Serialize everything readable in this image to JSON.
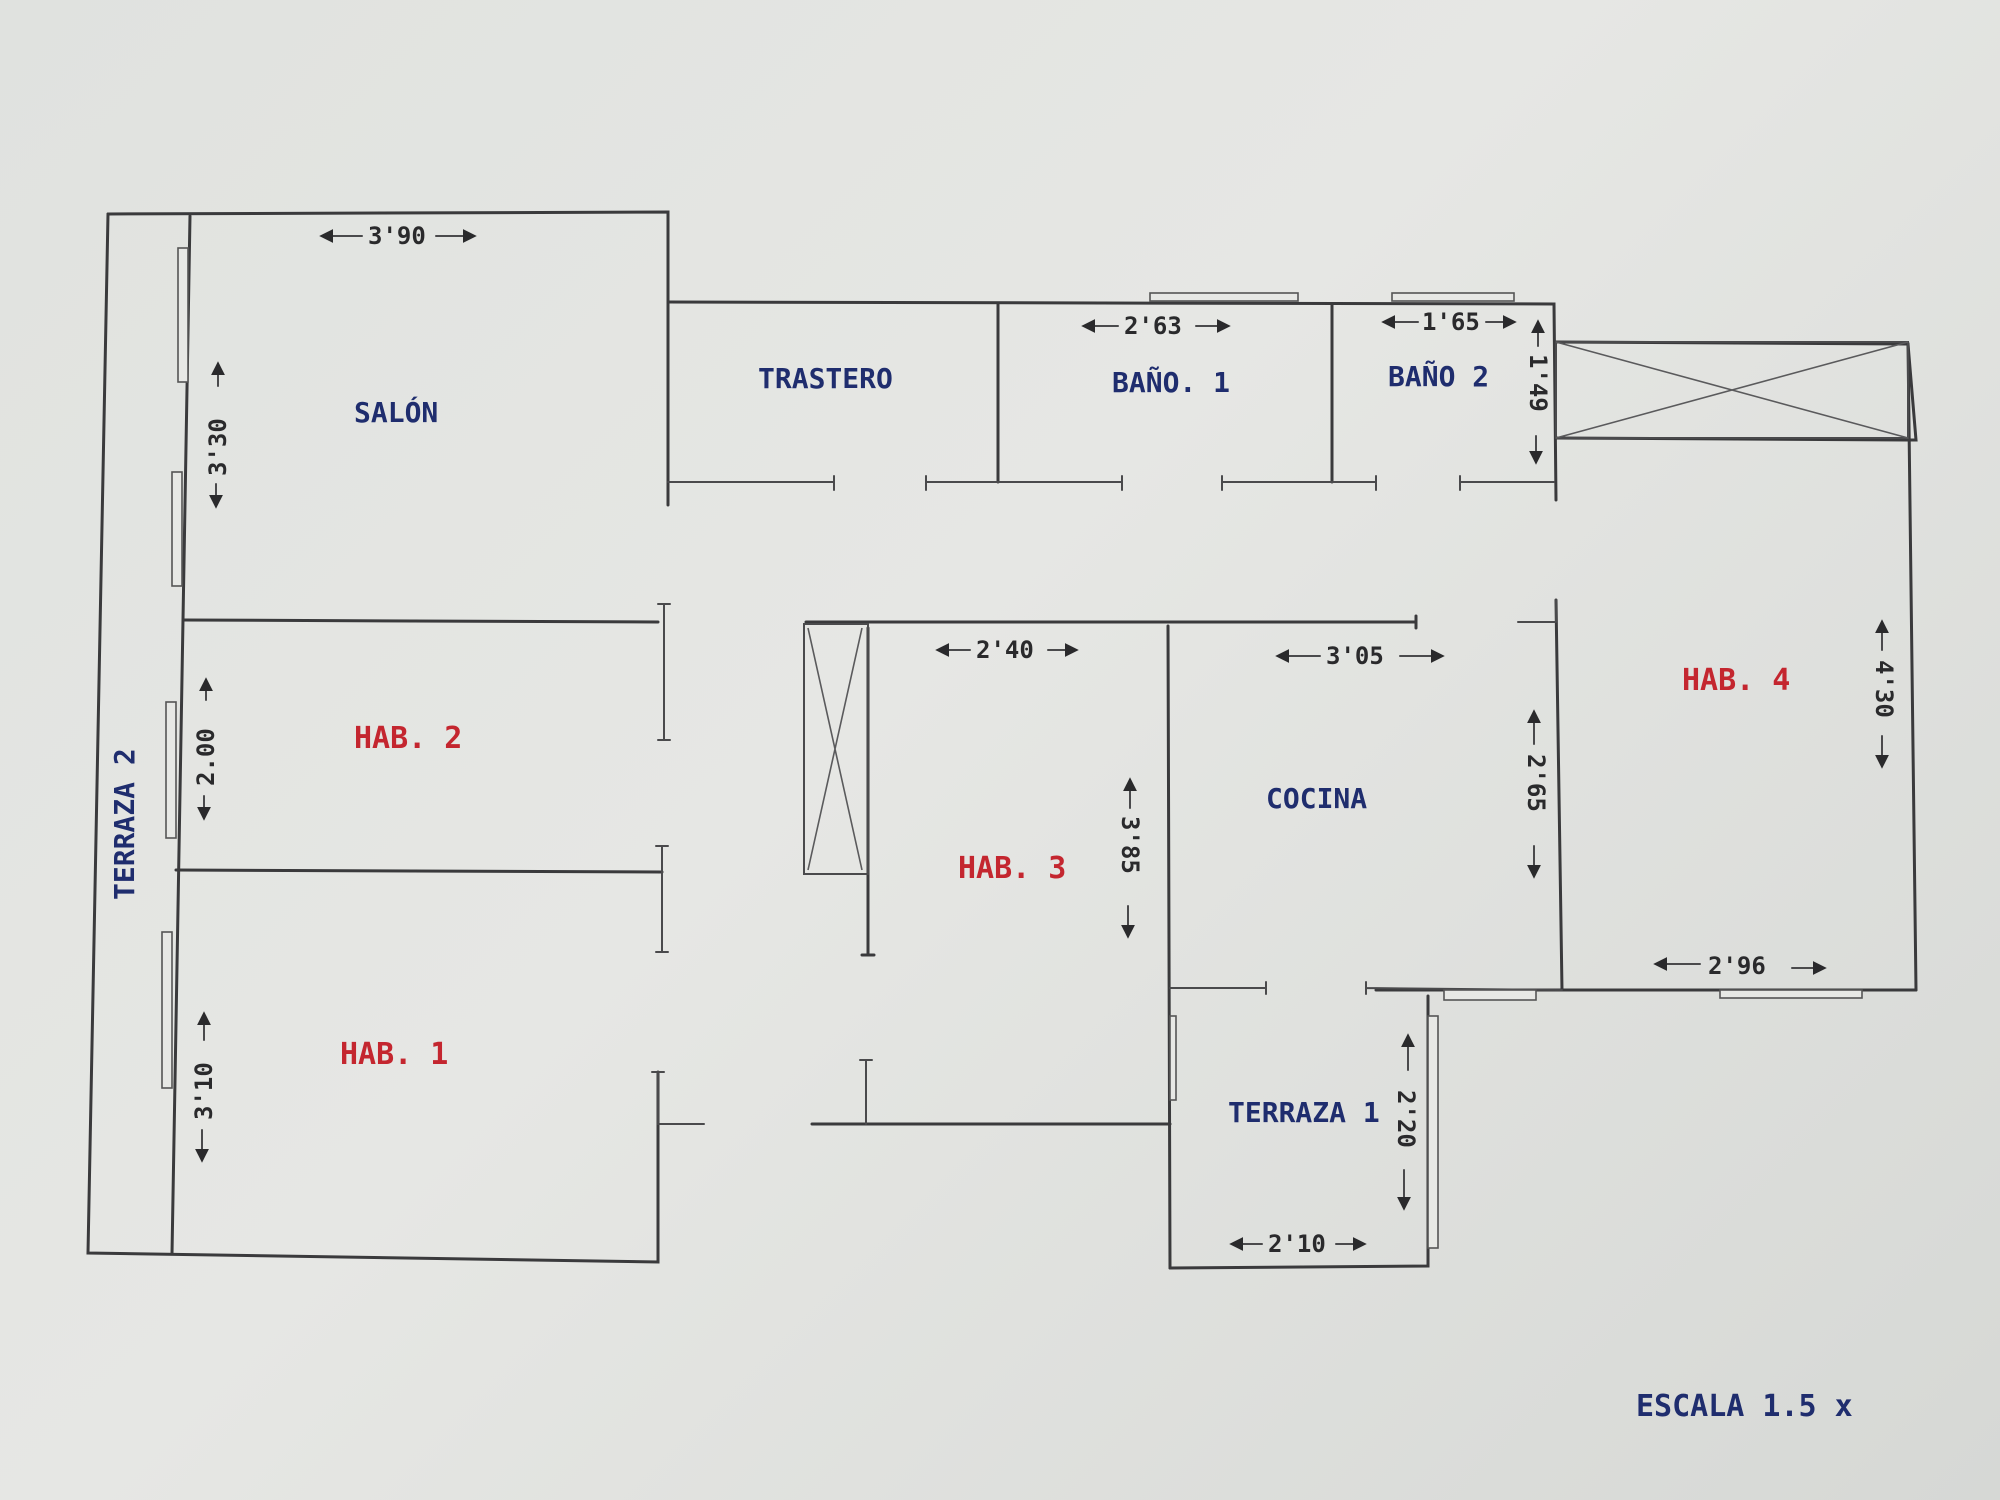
{
  "plan": {
    "scale_note": "ESCALA 1.5 x",
    "rooms": {
      "salon": "SALÓN",
      "trastero": "TRASTERO",
      "bano1": "BAÑO. 1",
      "bano2": "BAÑO 2",
      "hab1": "HAB. 1",
      "hab2": "HAB. 2",
      "hab3": "HAB. 3",
      "hab4": "HAB. 4",
      "cocina": "COCINA",
      "terraza1": "TERRAZA 1",
      "terraza2": "TERRAZA 2"
    },
    "dimensions": {
      "salon_width": "3'90",
      "salon_height": "3'30",
      "hab2_height": "2.00",
      "hab1_height": "3'10",
      "bano1_width": "2'63",
      "bano2_width": "1'65",
      "bano2_height": "1'49",
      "hab3_width": "2'40",
      "hab3_height": "3'85",
      "cocina_width": "3'05",
      "cocina_height": "2'65",
      "hab4_height": "4'30",
      "hab4_width": "2'96",
      "terraza1_height": "2'20",
      "terraza1_width": "2'10"
    },
    "colors": {
      "room_label_blue": "#1f2d6e",
      "room_label_red": "#c4262f",
      "ink": "#3a3a3c"
    }
  }
}
